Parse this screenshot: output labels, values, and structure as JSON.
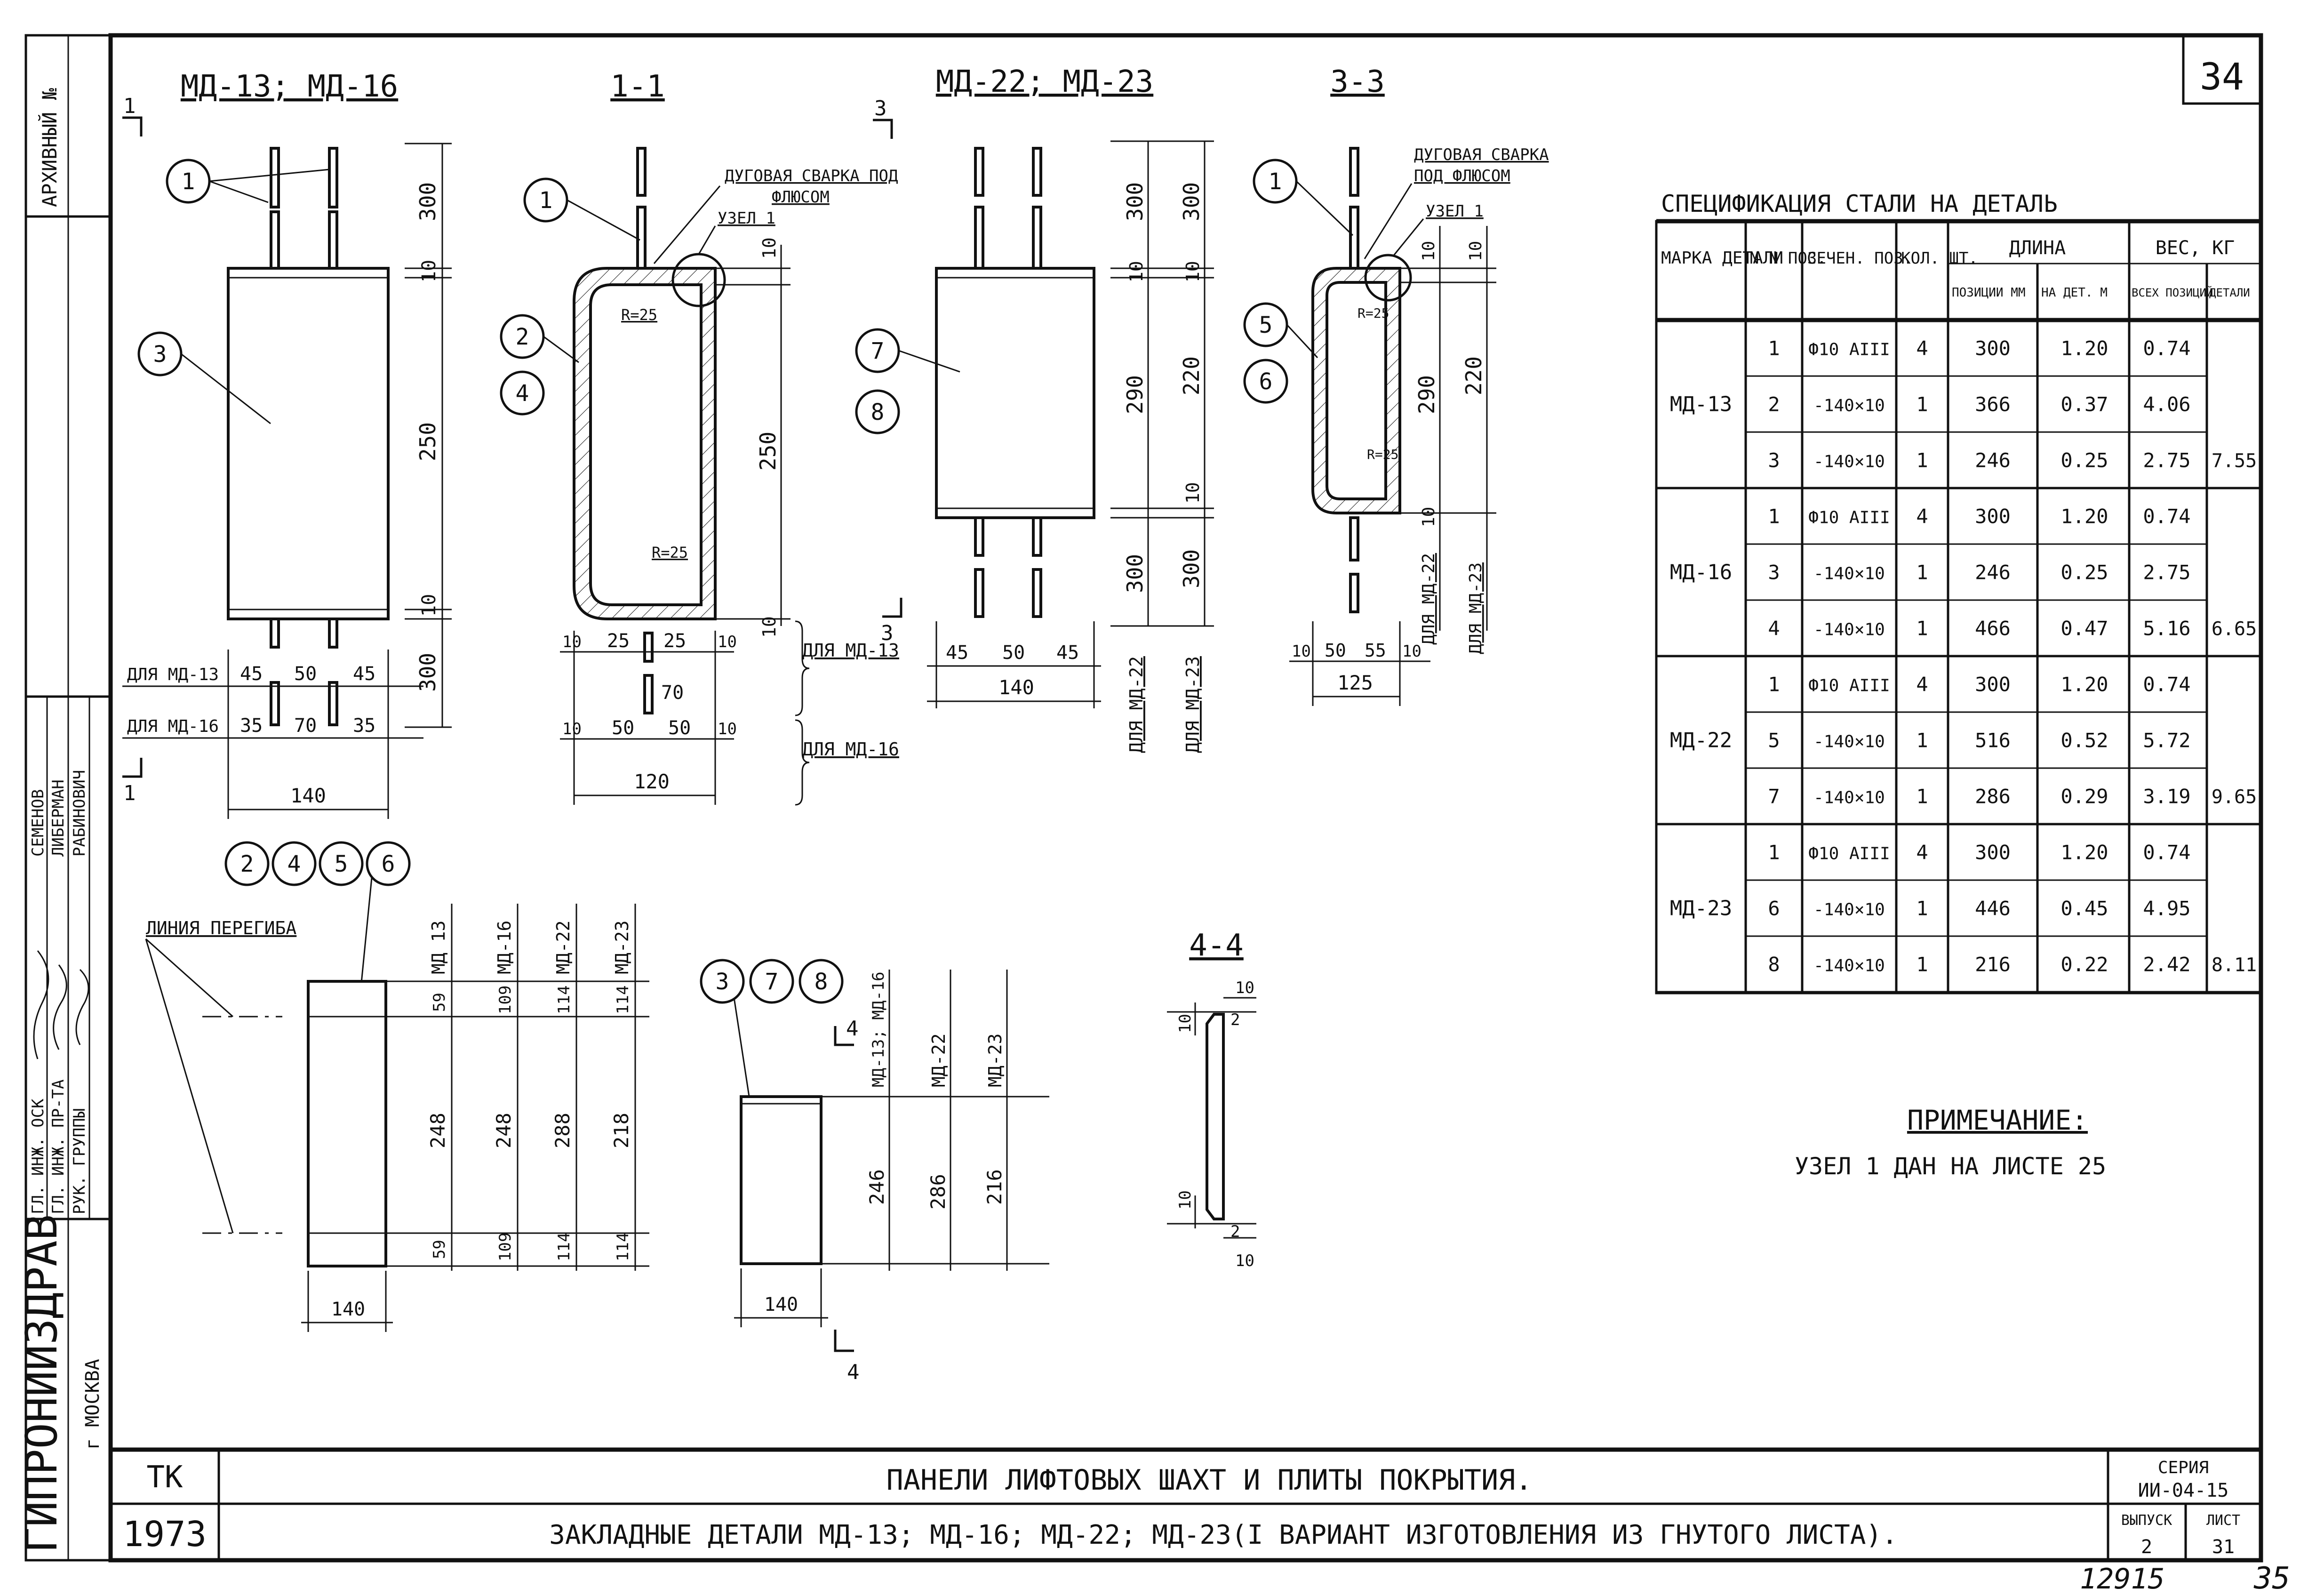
{
  "sheet": {
    "archive_label": "АРХИВНЫЙ №",
    "org": "ГИПРОНИИЗДРАВ",
    "city": "г МОСКВА",
    "sheet_no_box": "34",
    "bottom_right_no": "35",
    "stamp_no": "12915"
  },
  "approvals": [
    {
      "role": "ГЛ. ИНЖ. ОСК",
      "name": "СЕМЕНОВ"
    },
    {
      "role": "ГЛ. ИНЖ. ПР-ТА",
      "name": "ЛИБЕРМАН"
    },
    {
      "role": "РУК. ГРУППЫ",
      "name": "РАБИНОВИЧ"
    }
  ],
  "views": {
    "md13_16_title": "МД-13; МД-16",
    "sec11_title": "1-1",
    "md22_23_title": "МД-22; МД-23",
    "sec33_title": "3-3",
    "sec44_title": "4-4",
    "cut1": "1",
    "cut3": "3",
    "cut4": "4"
  },
  "callouts": [
    "1",
    "2",
    "3",
    "4",
    "5",
    "6",
    "7",
    "8"
  ],
  "labels": {
    "weld": "ДУГОВАЯ СВАРКА ПОД ФЛЮСОМ",
    "weld_l1": "ДУГОВАЯ СВАРКА ПОД",
    "weld_l2": "ФЛЮСОМ",
    "weld2_l1": "ДУГОВАЯ СВАРКА",
    "weld2_l2": "ПОД ФЛЮСОМ",
    "node": "УЗЕЛ 1",
    "radius": "R=25",
    "for_md13": "ДЛЯ МД-13",
    "for_md16": "ДЛЯ МД-16",
    "for_md22": "ДЛЯ МД-22",
    "for_md23": "ДЛЯ МД-23",
    "bend_line": "ЛИНИЯ ПЕРЕГИБА",
    "md13": "МД 13",
    "md16": "МД-16",
    "md22": "МД-22",
    "md23": "МД-23",
    "md13_16": "МД-13; МД-16"
  },
  "dims": {
    "a": {
      "d300": "300",
      "d10": "10",
      "d250": "250",
      "d45": "45",
      "d50": "50",
      "d35": "35",
      "d70": "70",
      "d140": "140"
    },
    "b": {
      "d25": "25",
      "d10": "10",
      "d250": "250",
      "d70": "70",
      "d50": "50",
      "d120": "120"
    },
    "c": {
      "d300": "300",
      "d10": "10",
      "d290": "290",
      "d220": "220",
      "d45": "45",
      "d50": "50",
      "d140": "140"
    },
    "d": {
      "d10": "10",
      "d290": "290",
      "d220": "220",
      "d50": "50",
      "d55": "55",
      "d125": "125"
    },
    "dev": {
      "h_md13": [
        "59",
        "248",
        "59"
      ],
      "h_md16": [
        "109",
        "248",
        "109"
      ],
      "h_md22": [
        "114",
        "288",
        "114"
      ],
      "h_md23": [
        "114",
        "218",
        "114"
      ],
      "w": "140"
    },
    "dev2": {
      "h": [
        "246",
        "286",
        "216"
      ],
      "w": "140"
    },
    "s44": {
      "d10": "10",
      "d2": "2"
    }
  },
  "spec": {
    "title": "СПЕЦИФИКАЦИЯ СТАЛИ НА ДЕТАЛЬ",
    "headers": {
      "mark": "МАРКА ДЕТАЛИ",
      "pos": "N N ПОЗ.",
      "section": "СЕЧЕН. ПОЗ.",
      "qty": "КОЛ. ШТ.",
      "length": "ДЛИНА",
      "len_pos": "ПОЗИЦИИ ММ",
      "len_det": "НА ДЕТ. М",
      "weight": "ВЕС, КГ",
      "w_all": "ВСЕХ ПОЗИЦИЙ",
      "w_det": "ДЕТАЛИ"
    },
    "groups": [
      {
        "mark": "МД-13",
        "total": "7.55",
        "rows": [
          [
            "1",
            "Ф10 АIII",
            "4",
            "300",
            "1.20",
            "0.74"
          ],
          [
            "2",
            "-140×10",
            "1",
            "366",
            "0.37",
            "4.06"
          ],
          [
            "3",
            "-140×10",
            "1",
            "246",
            "0.25",
            "2.75"
          ]
        ]
      },
      {
        "mark": "МД-16",
        "total": "6.65",
        "rows": [
          [
            "1",
            "Ф10 АIII",
            "4",
            "300",
            "1.20",
            "0.74"
          ],
          [
            "3",
            "-140×10",
            "1",
            "246",
            "0.25",
            "2.75"
          ],
          [
            "4",
            "-140×10",
            "1",
            "466",
            "0.47",
            "5.16"
          ]
        ]
      },
      {
        "mark": "МД-22",
        "total": "9.65",
        "rows": [
          [
            "1",
            "Ф10 АIII",
            "4",
            "300",
            "1.20",
            "0.74"
          ],
          [
            "5",
            "-140×10",
            "1",
            "516",
            "0.52",
            "5.72"
          ],
          [
            "7",
            "-140×10",
            "1",
            "286",
            "0.29",
            "3.19"
          ]
        ]
      },
      {
        "mark": "МД-23",
        "total": "8.11",
        "rows": [
          [
            "1",
            "Ф10 АIII",
            "4",
            "300",
            "1.20",
            "0.74"
          ],
          [
            "6",
            "-140×10",
            "1",
            "446",
            "0.45",
            "4.95"
          ],
          [
            "8",
            "-140×10",
            "1",
            "216",
            "0.22",
            "2.42"
          ]
        ]
      }
    ]
  },
  "note": {
    "title": "ПРИМЕЧАНИЕ:",
    "text": "УЗЕЛ 1 ДАН НА ЛИСТЕ 25"
  },
  "title_block": {
    "code": "ТК",
    "year": "1973",
    "title1": "ПАНЕЛИ ЛИФТОВЫХ ШАХТ И ПЛИТЫ ПОКРЫТИЯ.",
    "title2": "ЗАКЛАДНЫЕ ДЕТАЛИ МД-13; МД-16; МД-22; МД-23(I ВАРИАНТ ИЗГОТОВЛЕНИЯ ИЗ ГНУТОГО ЛИСТА).",
    "series_label": "СЕРИЯ",
    "series": "ИИ-04-15",
    "issue_label": "ВЫПУСК",
    "issue": "2",
    "sheet_label": "ЛИСТ",
    "sheet": "31"
  }
}
